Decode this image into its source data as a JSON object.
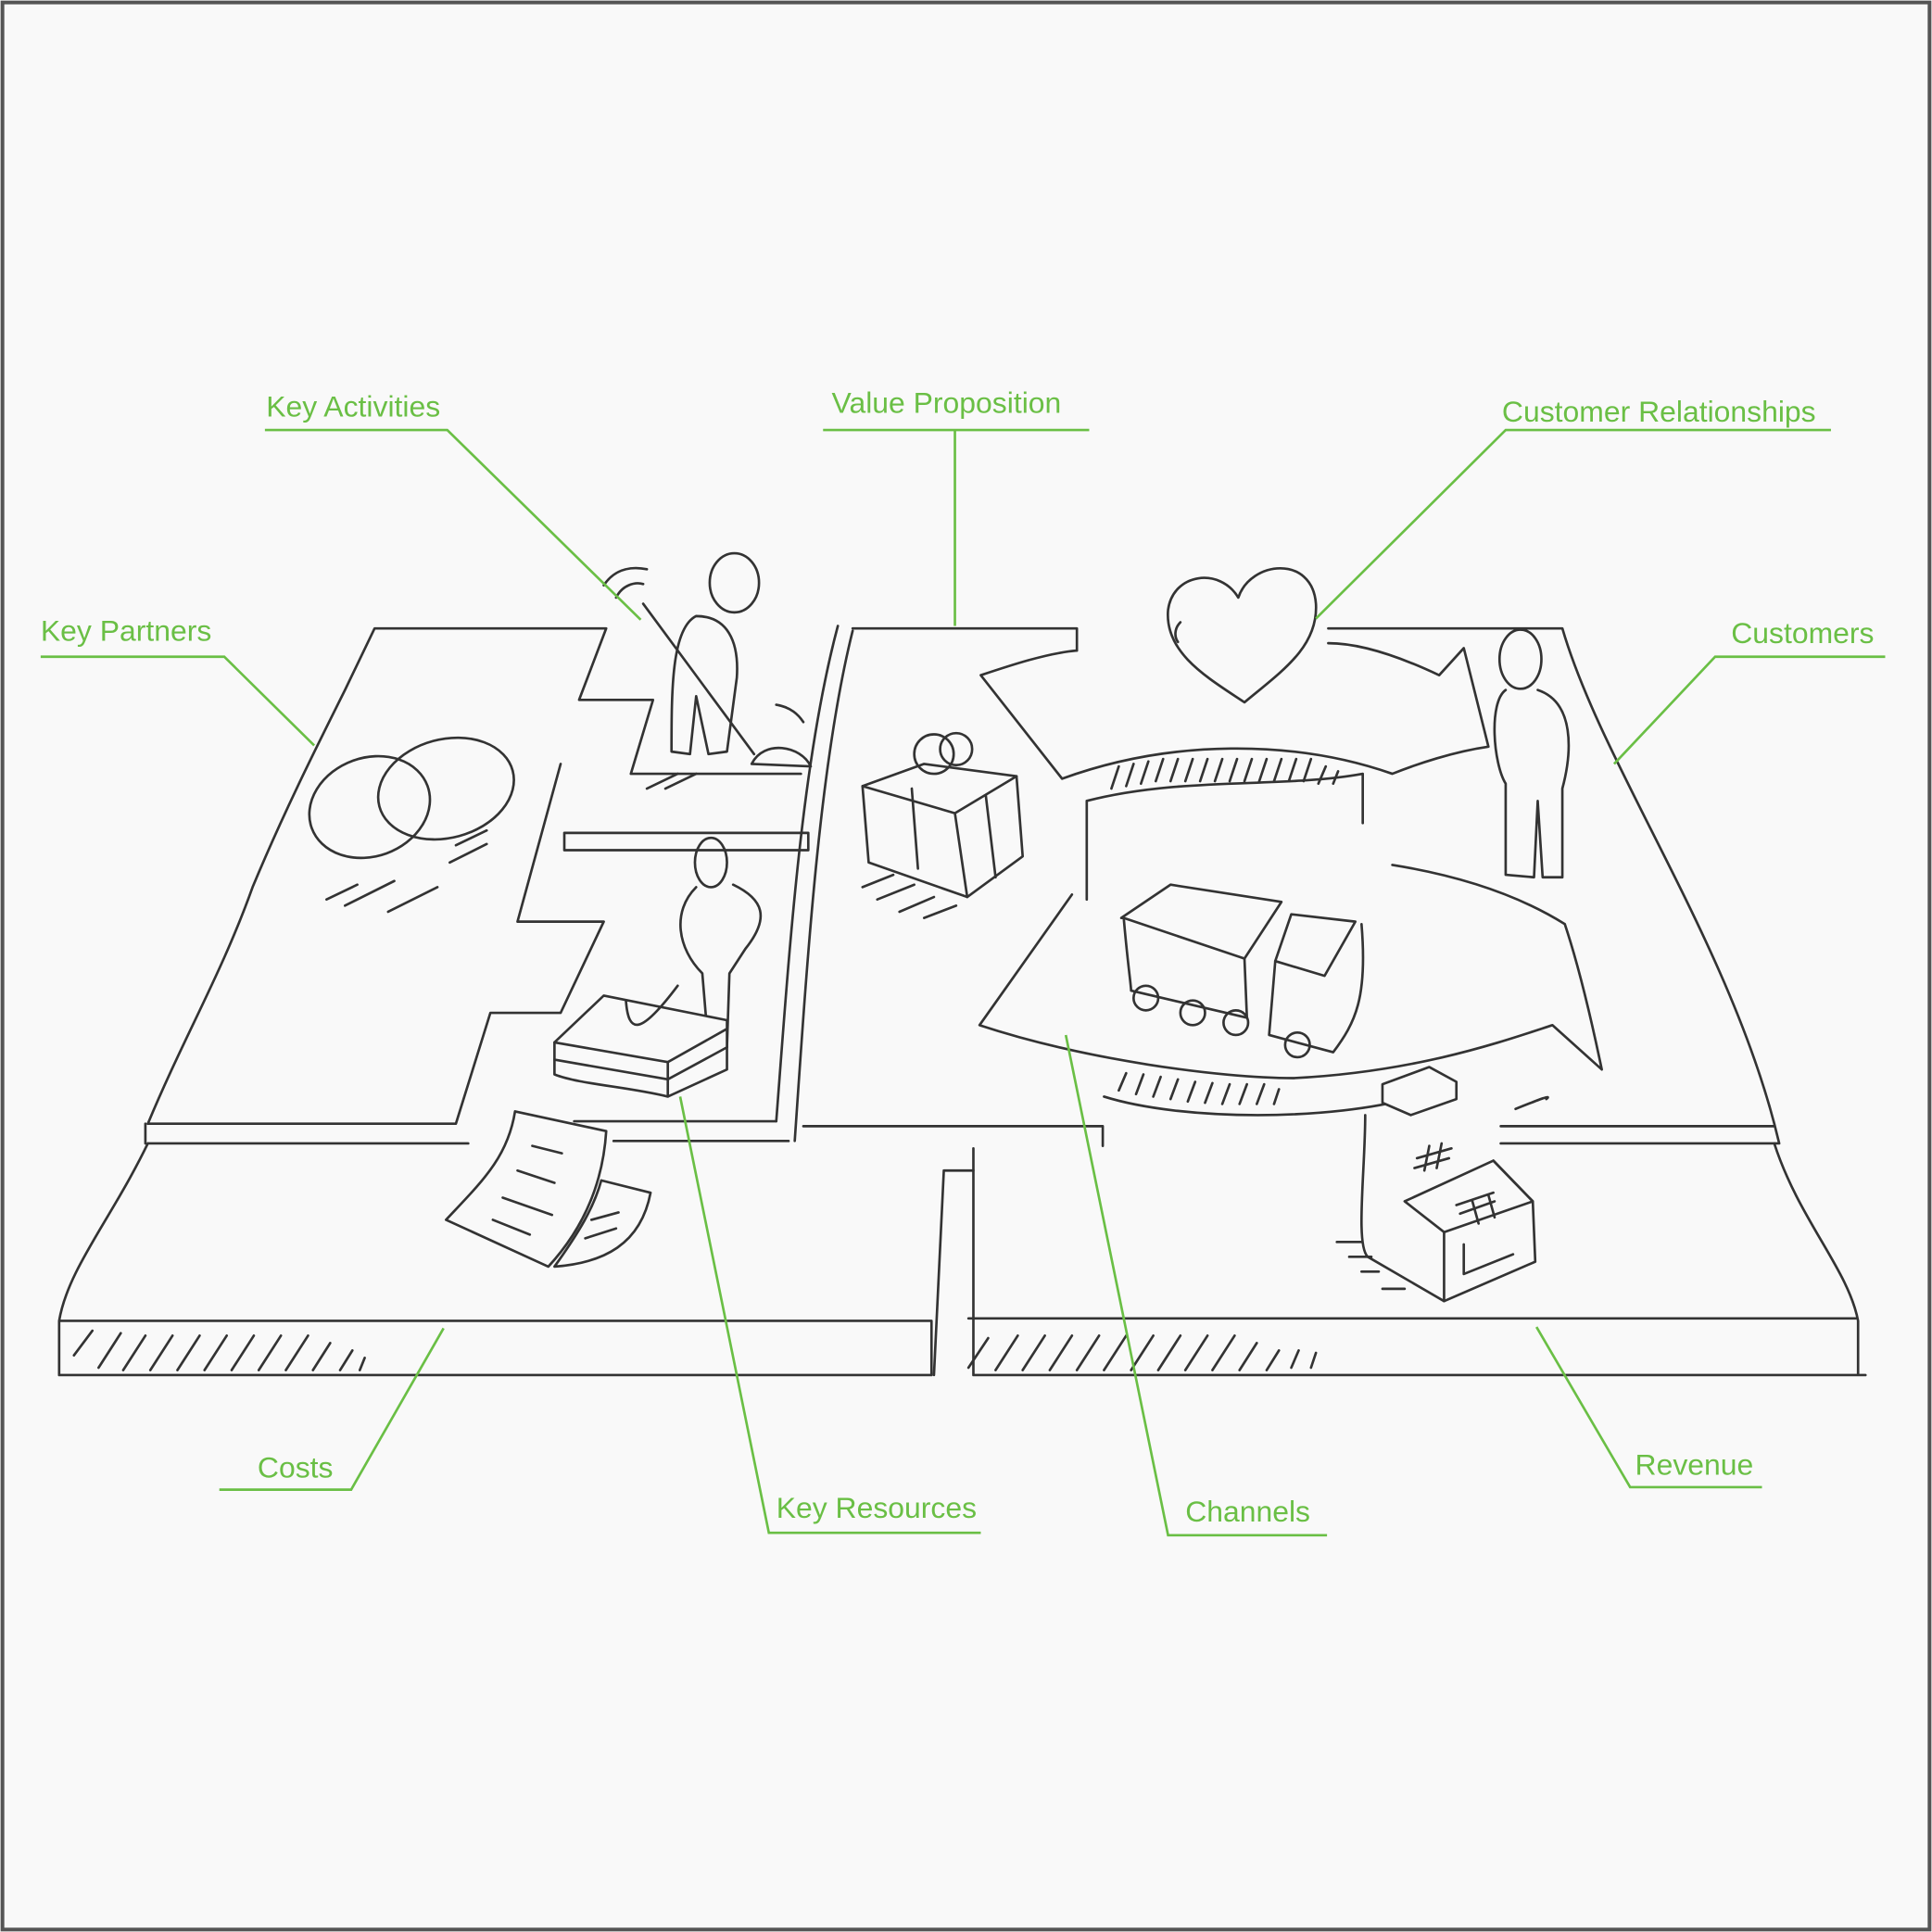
{
  "title": "Business Model Canvas",
  "colors": {
    "accent": "#6abf45",
    "ink": "#333333",
    "background": "#f9f9f9"
  },
  "labels": {
    "key_partners": "Key Partners",
    "key_activities": "Key Activities",
    "value_proposition": "Value Proposition",
    "customer_relationships": "Customer Relationships",
    "customers": "Customers",
    "costs": "Costs",
    "key_resources": "Key Resources",
    "channels": "Channels",
    "revenue": "Revenue"
  },
  "icons": [
    "chain-link-icon",
    "worker-digging-icon",
    "person-icon",
    "gift-box-icon",
    "heart-icon",
    "trucks-icon",
    "cash-register-icon",
    "documents-icon",
    "block-icon"
  ]
}
